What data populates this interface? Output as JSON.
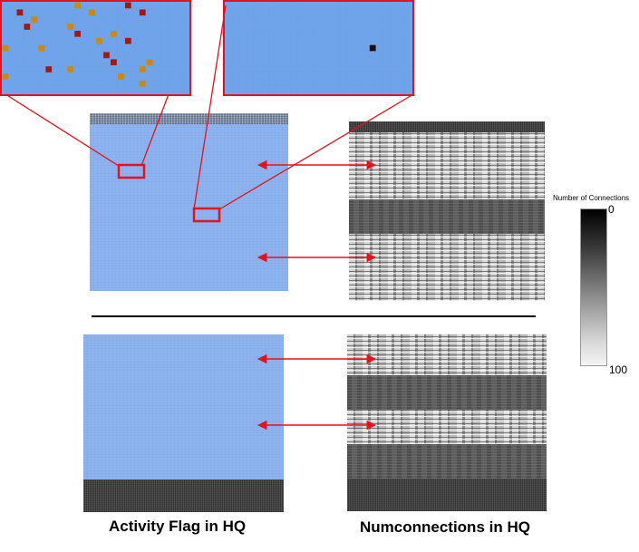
{
  "labels": {
    "activity": "Activity Flag in HQ",
    "numconnections": "Numconnections in HQ"
  },
  "legend": {
    "title": "Number of Connections",
    "top_value": "0",
    "bottom_value": "100"
  },
  "colors": {
    "highlight_red": "#e8101a",
    "cell_blue": "#6fa3ea",
    "panel_blue": "#8db4f0",
    "active_dark_red": "#9b1a1a",
    "active_orange": "#c68a1b"
  },
  "zoom_left_active_cells": [
    {
      "col": 2,
      "row": 1,
      "color": "#9b1a1a"
    },
    {
      "col": 10,
      "row": 0,
      "color": "#c68a1b"
    },
    {
      "col": 12,
      "row": 1,
      "color": "#c68a1b"
    },
    {
      "col": 17,
      "row": 0,
      "color": "#9b1a1a"
    },
    {
      "col": 19,
      "row": 1,
      "color": "#9b1a1a"
    },
    {
      "col": 4,
      "row": 2,
      "color": "#c68a1b"
    },
    {
      "col": 3,
      "row": 3,
      "color": "#9b1a1a"
    },
    {
      "col": 9,
      "row": 3,
      "color": "#c68a1b"
    },
    {
      "col": 10,
      "row": 4,
      "color": "#9b1a1a"
    },
    {
      "col": 15,
      "row": 4,
      "color": "#c68a1b"
    },
    {
      "col": 17,
      "row": 5,
      "color": "#9b1a1a"
    },
    {
      "col": 13,
      "row": 5,
      "color": "#c68a1b"
    },
    {
      "col": 0,
      "row": 6,
      "color": "#c68a1b"
    },
    {
      "col": 5,
      "row": 6,
      "color": "#c68a1b"
    },
    {
      "col": 14,
      "row": 7,
      "color": "#9b1a1a"
    },
    {
      "col": 15,
      "row": 8,
      "color": "#9b1a1a"
    },
    {
      "col": 20,
      "row": 8,
      "color": "#c68a1b"
    },
    {
      "col": 6,
      "row": 9,
      "color": "#9b1a1a"
    },
    {
      "col": 9,
      "row": 9,
      "color": "#c68a1b"
    },
    {
      "col": 19,
      "row": 9,
      "color": "#c68a1b"
    },
    {
      "col": 0,
      "row": 10,
      "color": "#c68a1b"
    },
    {
      "col": 16,
      "row": 10,
      "color": "#c68a1b"
    },
    {
      "col": 19,
      "row": 11,
      "color": "#c68a1b"
    }
  ],
  "zoom_right_active_cells": [
    {
      "col": 20,
      "row": 6,
      "color": "#111111"
    }
  ]
}
